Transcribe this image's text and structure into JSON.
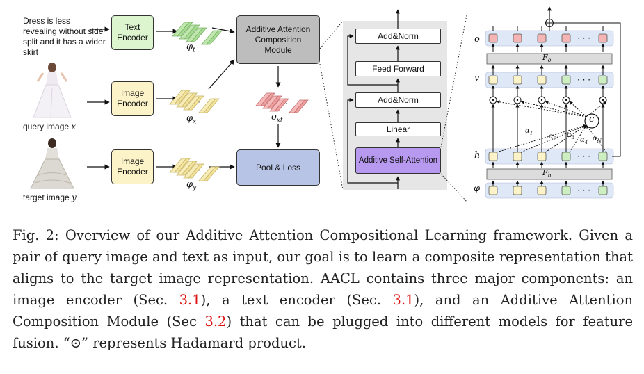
{
  "figure": {
    "text_query": "Dress is less revealing without side split and it has a wider skirt",
    "text_encoder": "Text Encoder",
    "image_encoder_query": "Image Encoder",
    "image_encoder_target": "Image Encoder",
    "aacm": "Additive Attention Composition Module",
    "pool_loss": "Pool & Loss",
    "query_image_label": "query image ",
    "query_image_var": "x",
    "target_image_label": "target image ",
    "target_image_var": "y",
    "phi_t": "φt",
    "phi_x": "φx",
    "phi_y": "φy",
    "o_xt": "oxt",
    "transformer": {
      "add_norm_top": "Add&Norm",
      "feed_forward": "Feed Forward",
      "add_norm_mid": "Add&Norm",
      "linear": "Linear",
      "additive_self_attention": "Additive Self-Attention"
    },
    "attention": {
      "row_o": "o",
      "row_v": "v",
      "row_h": "h",
      "row_phi": "φ",
      "F_o": "Fo",
      "F_h": "Fh",
      "context": "c",
      "alphas": [
        "α1",
        "α2",
        "α3",
        "α4",
        "αN"
      ],
      "dots": "· · ·"
    },
    "colors": {
      "token_red": "#f5b5b5",
      "token_yellow": "#fdf3c8",
      "token_green": "#cdeec0",
      "row_bg": "#dfe8f7",
      "purple": "#b899f0",
      "blue": "#b8c4e6",
      "gray": "#bdbdbd",
      "green_feature": "#a9dc96",
      "yellow_feature": "#f2e29a",
      "red_feature": "#eea0a0"
    }
  },
  "caption": {
    "prefix": "Fig. 2: Overview of our Additive Attention Compositional Learning framework. Given a pair of query image and text as input, our goal is to learn a composite representation that aligns to the target image representation. AACL contains three major components: an image encoder (Sec. ",
    "ref1": "3.1",
    "mid1": "), a text encoder (Sec. ",
    "ref2": "3.1",
    "mid2": "), and an Additive Attention Composition Module (Sec ",
    "ref3": "3.2",
    "suffix": ") that can be plugged into different models for feature fusion. “⊙” represents Hadamard product."
  }
}
